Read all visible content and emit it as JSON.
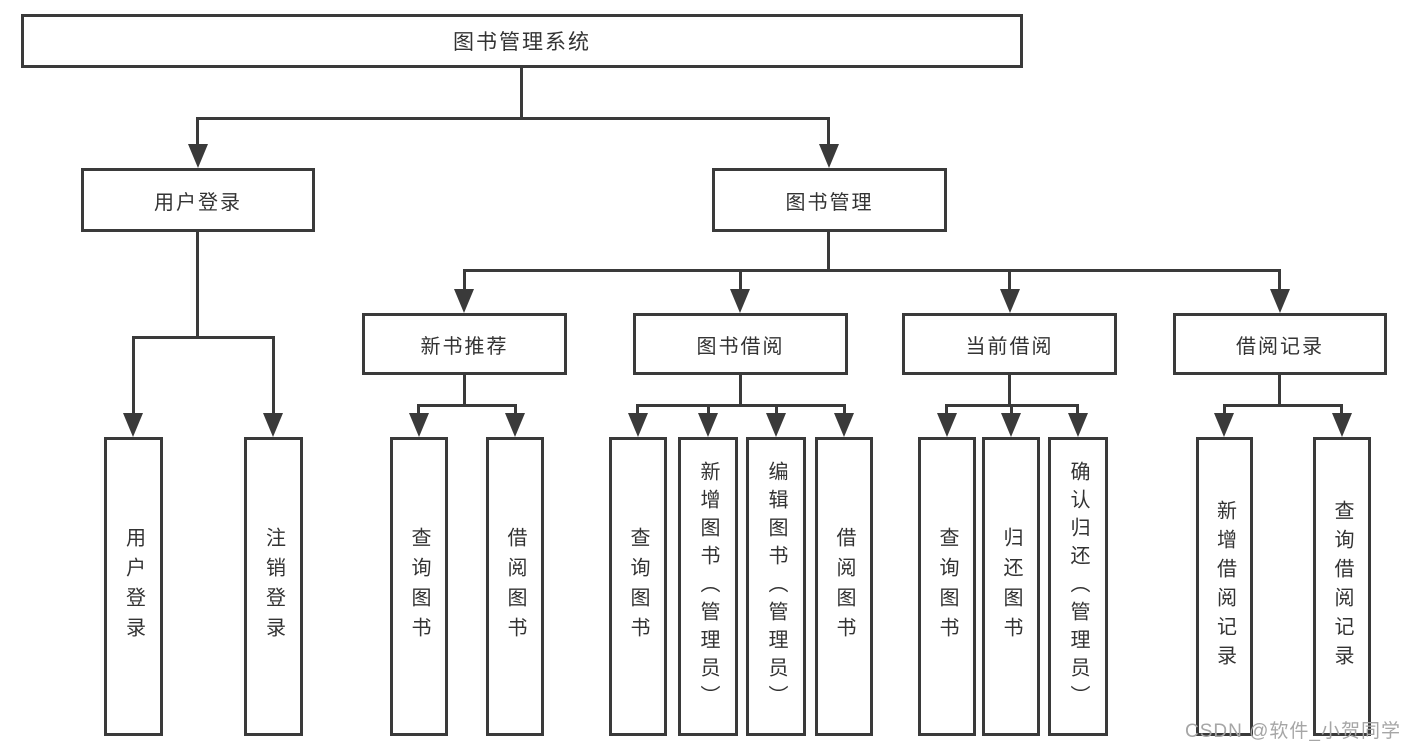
{
  "title": "图书管理系统",
  "level2": {
    "user_login": "用户登录",
    "book_mgmt": "图书管理"
  },
  "level3": {
    "new_book": "新书推荐",
    "borrow": "图书借阅",
    "current": "当前借阅",
    "records": "借阅记录"
  },
  "leaves": {
    "user_login": "用户登录",
    "logout": "注销登录",
    "nb_query": "查询图书",
    "nb_borrow": "借阅图书",
    "bb_query": "查询图书",
    "bb_add": "新增图书（管理员）",
    "bb_edit": "编辑图书（管理员）",
    "bb_borrow": "借阅图书",
    "cb_query": "查询图书",
    "cb_return": "归还图书",
    "cb_confirm": "确认归还（管理员）",
    "br_add": "新增借阅记录",
    "br_query": "查询借阅记录"
  },
  "watermark": "CSDN @软件_小贺同学",
  "colors": {
    "line": "#3a3a3a",
    "text": "#333333",
    "watermark": "#a6a6a6",
    "background": "#ffffff"
  }
}
